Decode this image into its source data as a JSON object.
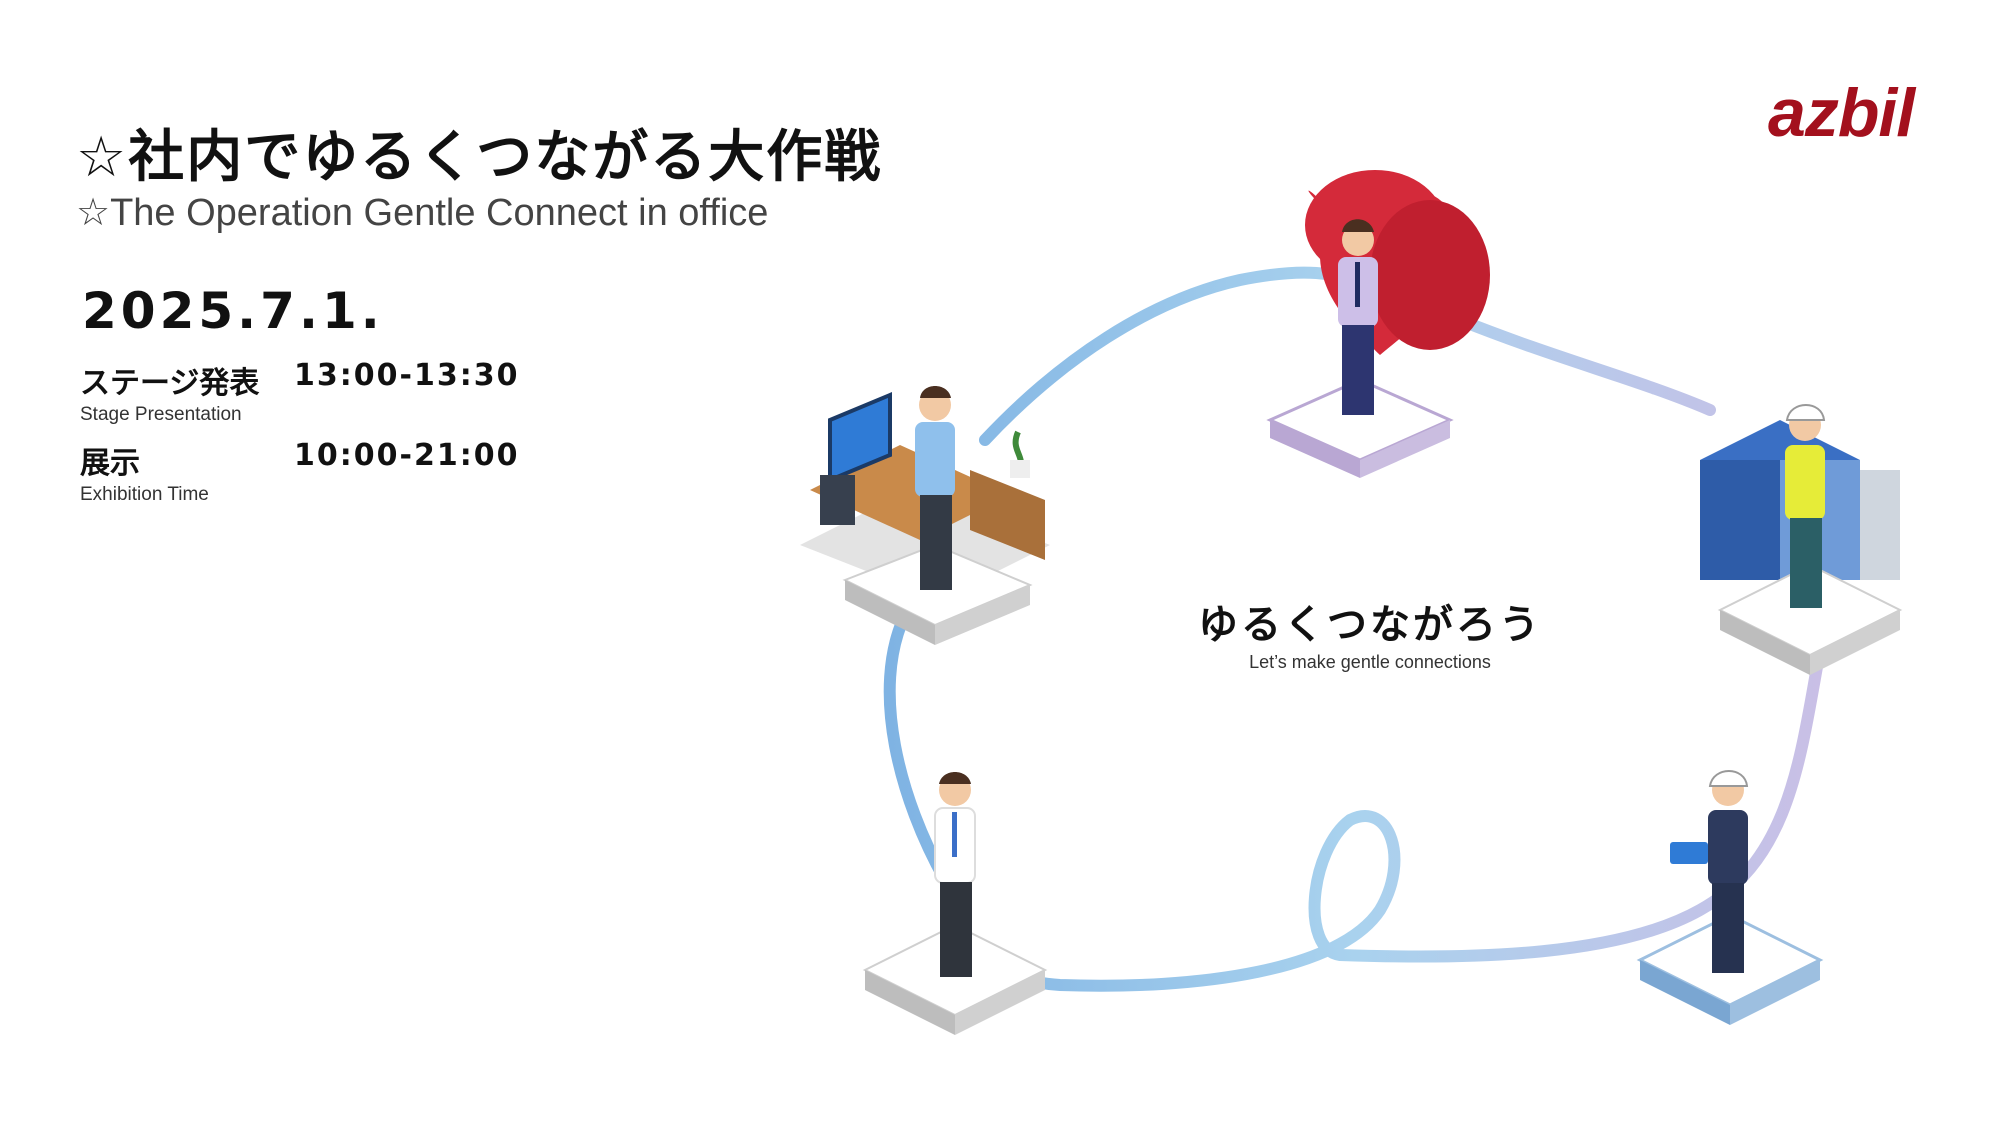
{
  "header": {
    "title_jp": "☆社内でゆるくつながる大作戦",
    "title_en": "☆The Operation Gentle Connect in office"
  },
  "event": {
    "date": "2025.7.1.",
    "schedule": [
      {
        "label": "ステージ発表",
        "sublabel": "Stage Presentation",
        "time": "13:00-13:30"
      },
      {
        "label": "展示",
        "sublabel": "Exhibition Time",
        "time": "10:00-21:00"
      }
    ]
  },
  "brand": {
    "logo_text": "azbil",
    "color": "#a3101d"
  },
  "center": {
    "slogan_jp": "ゆるくつながろう",
    "slogan_en": "Let’s make gentle connections"
  },
  "colors": {
    "ribbon_blue": "#8fc0e6",
    "ribbon_lavender": "#c2b9e0",
    "heart_red": "#d42a3a",
    "platform_grey": "#d9d9d9",
    "platform_lavender": "#b9a7d3",
    "platform_blue": "#9dbfe0"
  },
  "illustrations": [
    "office-worker-desk",
    "person-with-heart",
    "engineer-with-machine",
    "person-white-shirt",
    "engineer-with-tablet"
  ]
}
